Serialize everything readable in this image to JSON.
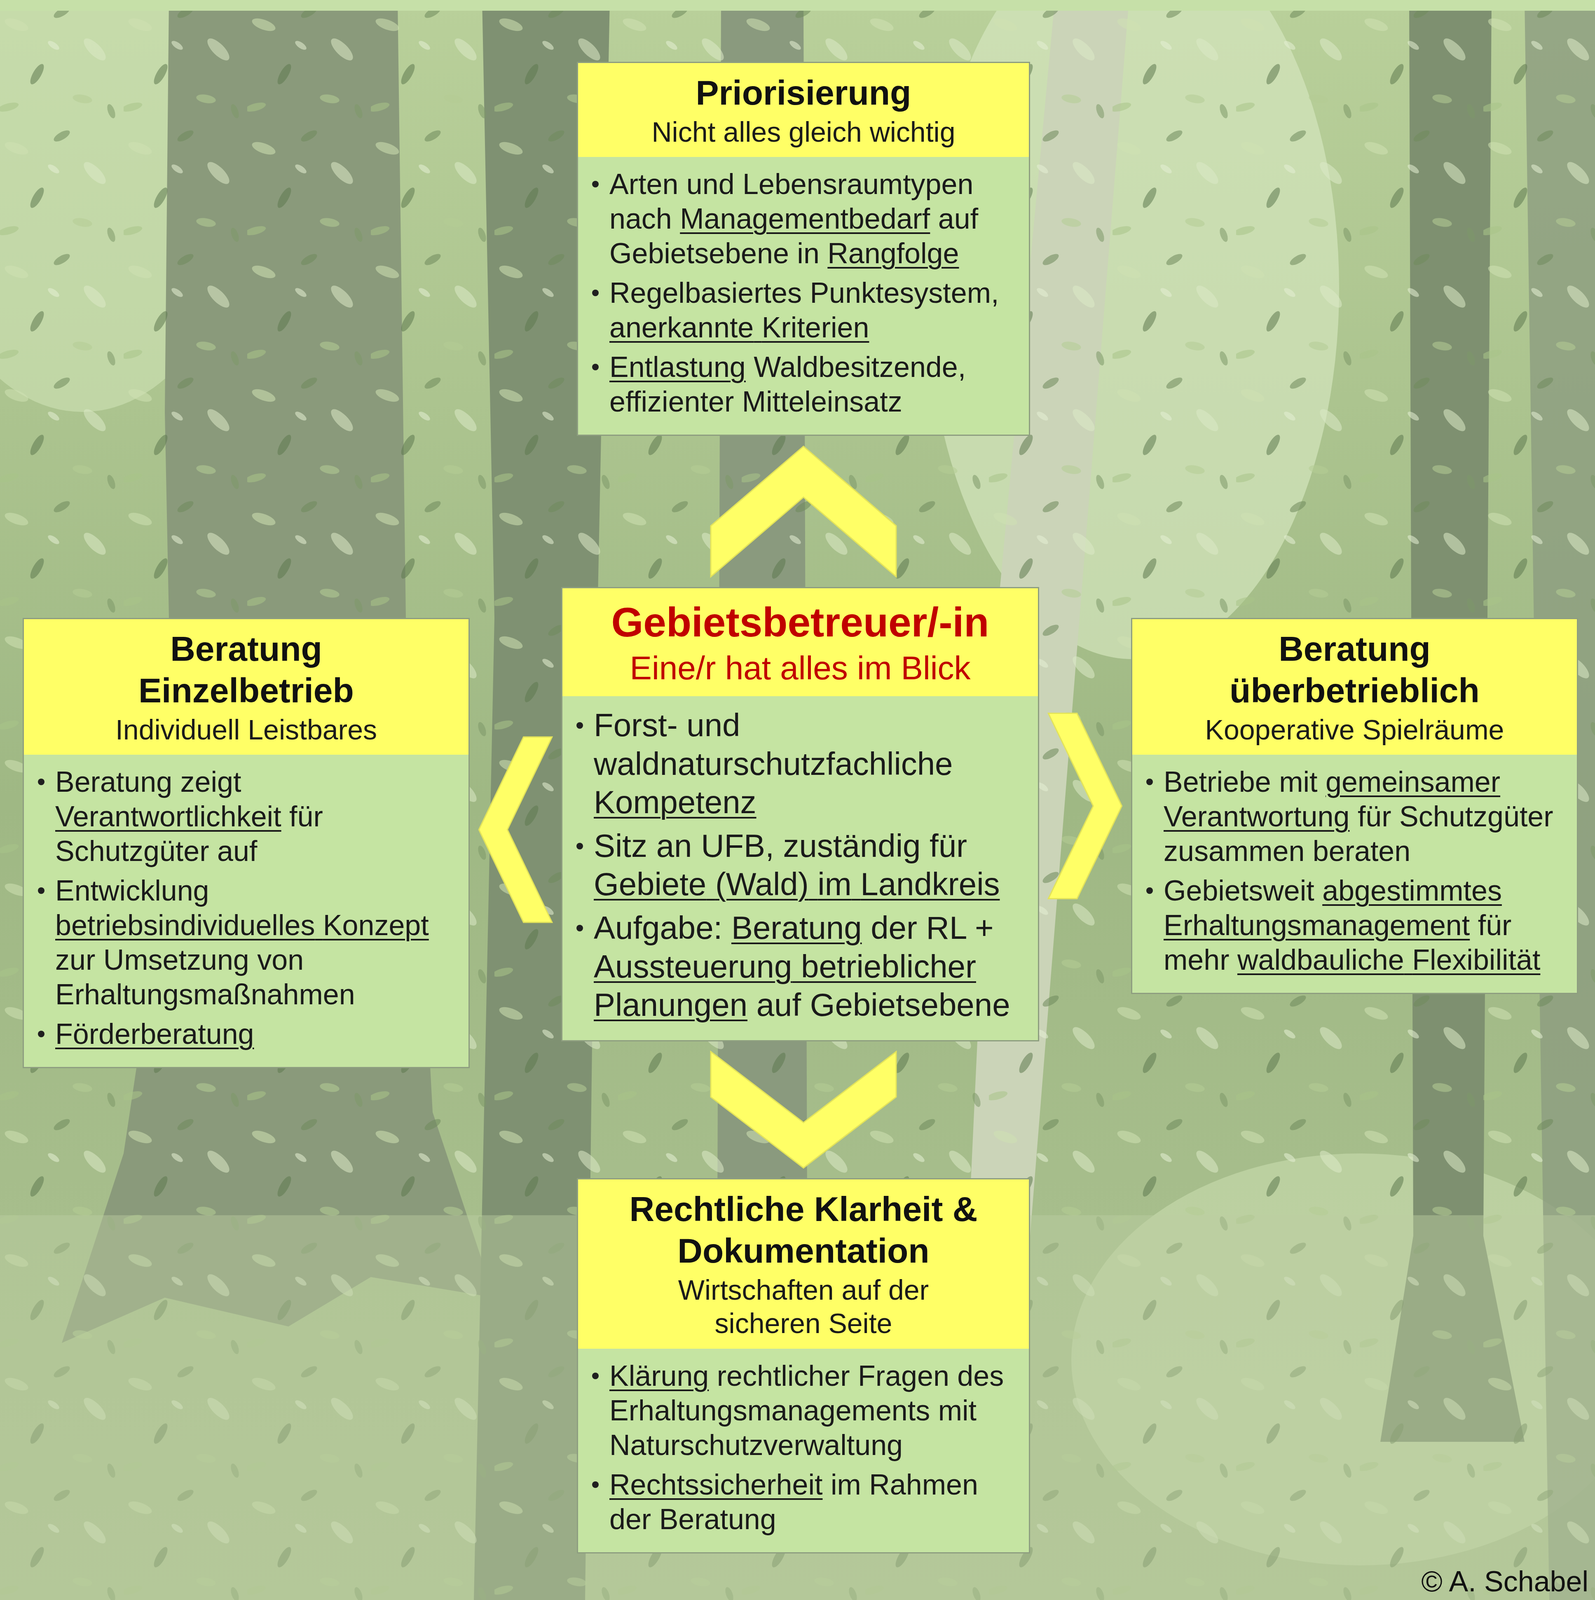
{
  "diagram": {
    "nodes": [
      {
        "text": [
          "Priorisierung",
          "Nicht alles gleich wichtig",
          "Arten und Lebensraumtypen nach Managementbedarf auf Gebietsebene in Rangfolge",
          "Regelbasiertes Punktesystem, anerkannte Kriterien",
          "Entlastung Waldbesitzende, effizienter Mitteleinsatz"
        ]
      },
      {
        "text": [
          "Beratung Einzelbetrieb",
          "Individuell Leistbares",
          "Beratung zeigt Verantwortlichkeit für Schutzgüter auf",
          "Entwicklung betriebsindividuelles Konzept zur Umsetzung von Erhaltungsmaßnahmen",
          "Förderberatung"
        ]
      },
      {
        "text": [
          "Gebietsbetreuer/-in",
          "Eine/r hat alles im Blick",
          "Forst- und waldnaturschutzfachliche Kompetenz",
          "Sitz an UFB, zuständig für Gebiete (Wald) im Landkreis",
          "Aufgabe: Beratung der RL + Aussteuerung betrieblicher Planungen auf Gebietsebene"
        ]
      },
      {
        "text": [
          "Beratung überbetrieblich",
          "Kooperative Spielräume",
          "Betriebe mit gemeinsamer Verantwortung für Schutzgüter zusammen beraten",
          "Gebietsweit abgestimmtes Erhaltungsmanagement für mehr waldbauliche Flexibilität"
        ]
      },
      {
        "text": [
          "Rechtliche Klarheit & Dokumentation",
          "Wirtschaften auf der sicheren Seite",
          "Klärung rechtlicher Fragen des Erhaltungsmanagements mit Naturschutzverwaltung",
          "Rechtssicherheit im Rahmen der Beratung"
        ]
      }
    ],
    "edges": [
      {
        "from": 2,
        "to": 0,
        "arrow": "to"
      },
      {
        "from": 2,
        "to": 1,
        "arrow": "to"
      },
      {
        "from": 2,
        "to": 3,
        "arrow": "to"
      },
      {
        "from": 2,
        "to": 4,
        "arrow": "to"
      }
    ],
    "labels": [
      "© A. Schabel"
    ]
  }
}
